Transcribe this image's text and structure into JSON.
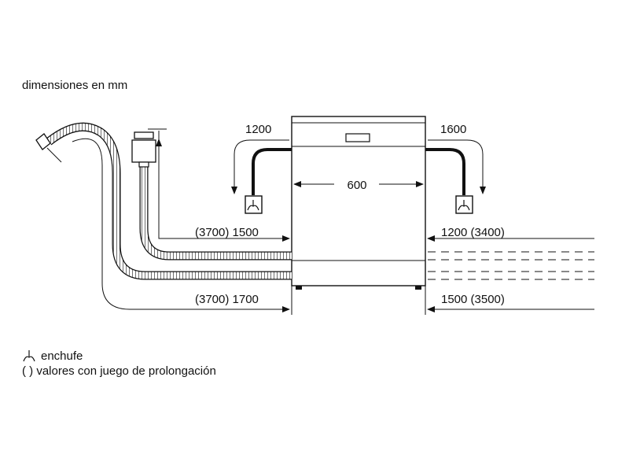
{
  "header": {
    "title": "dimensiones en mm"
  },
  "dimensions": {
    "width": "600",
    "left_top": "1200",
    "right_top": "1600",
    "left_mid": "(3700) 1500",
    "left_bottom": "(3700) 1700",
    "right_mid": "1200 (3400)",
    "right_bottom": "1500 (3500)"
  },
  "legend": {
    "socket": "enchufe",
    "extension": "( ) valores con juego de prolongación"
  },
  "icons": {
    "socket": "socket-icon",
    "drain_hose": "drain-hose-icon",
    "inlet_hose": "inlet-hose-icon",
    "dishwasher": "dishwasher-icon"
  }
}
